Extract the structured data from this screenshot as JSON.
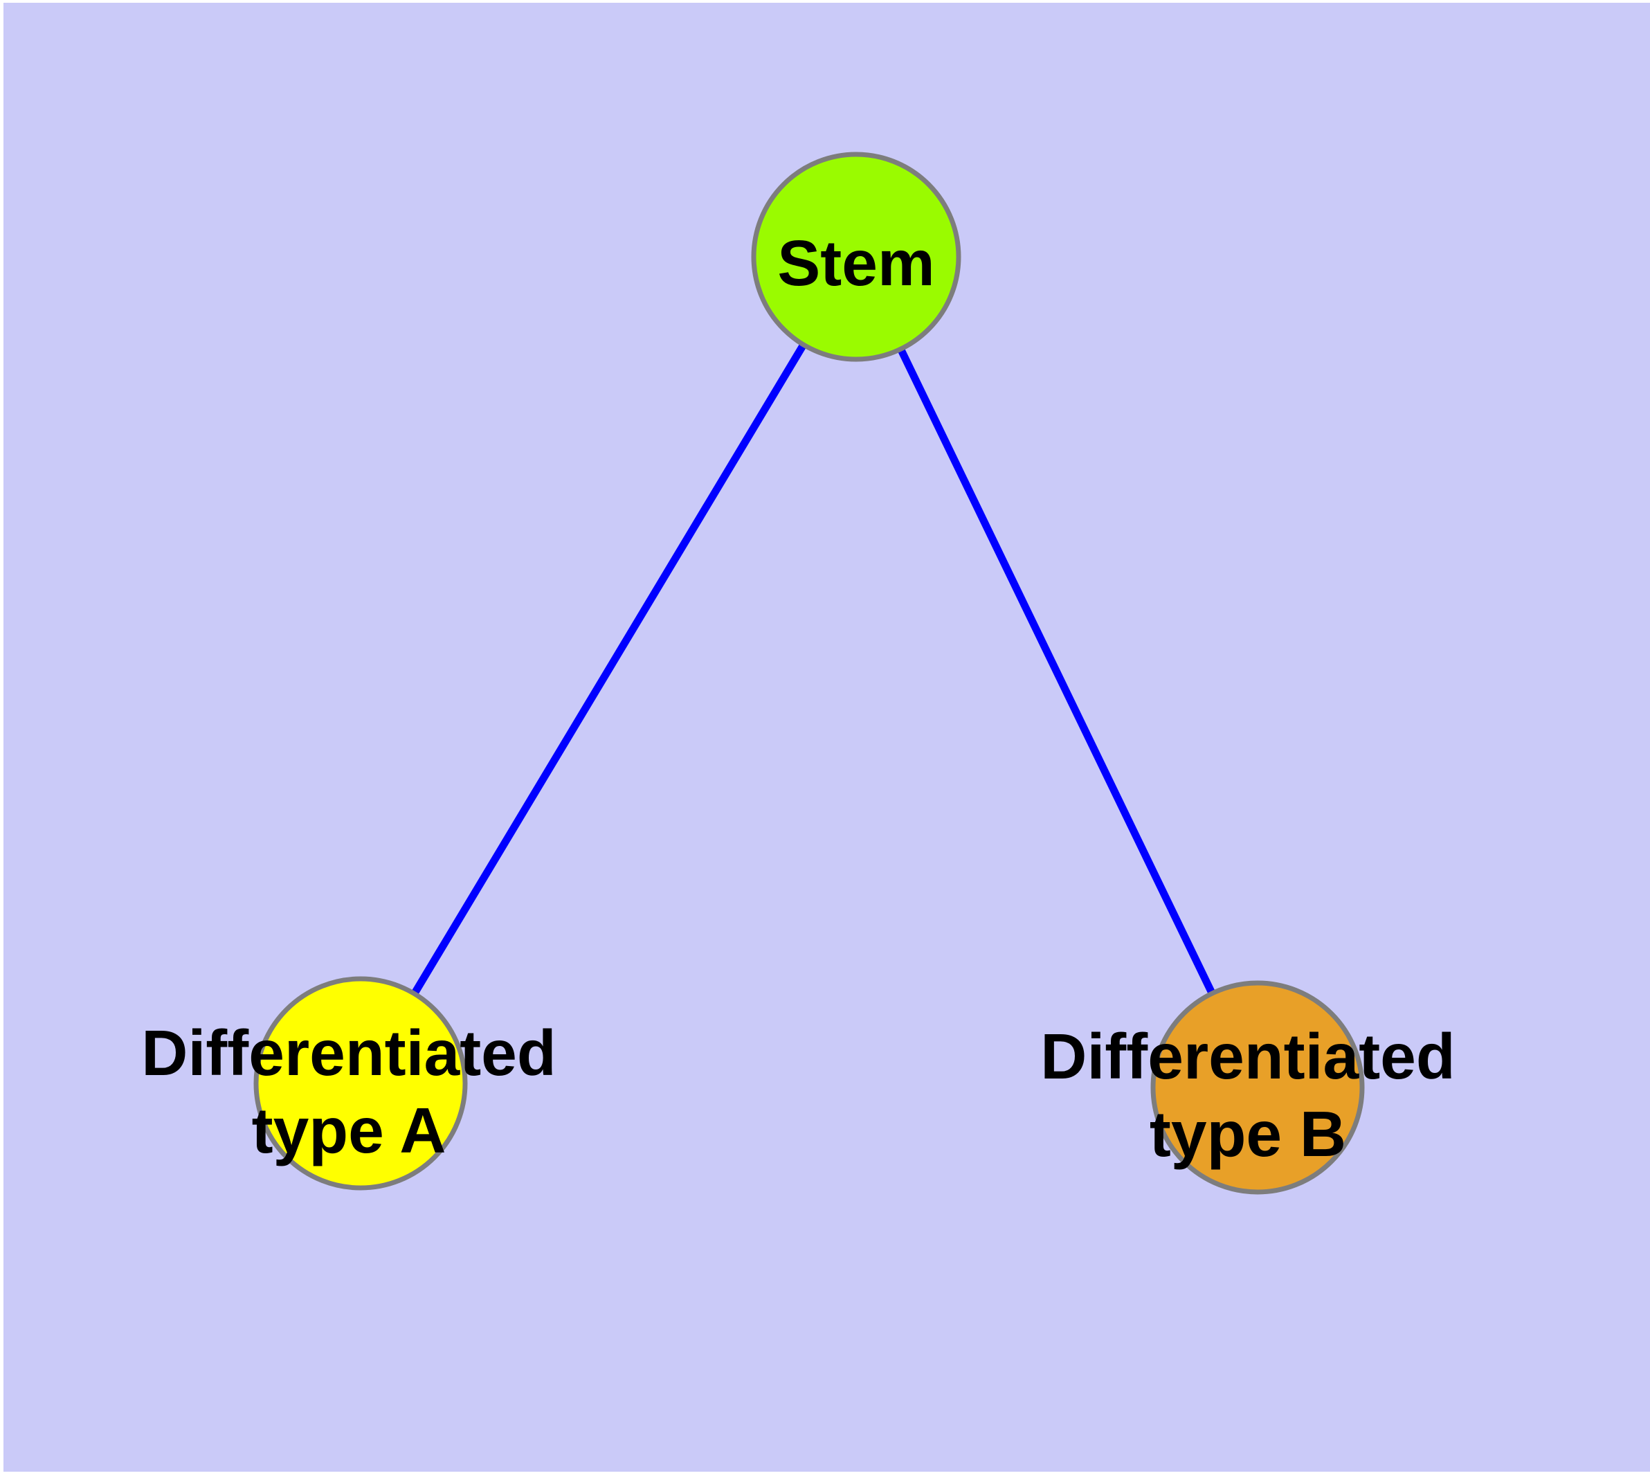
{
  "canvas": {
    "background": "#CACAF8",
    "frame": "#FFFFFF"
  },
  "styles": {
    "node_border": "#7D7D7D",
    "edge_color": "#0000FF",
    "label_color": "#000000"
  },
  "graph": {
    "nodes": [
      {
        "id": "stem",
        "label": "Stem",
        "fill": "#9AFB00"
      },
      {
        "id": "differentiated-type-a",
        "label_lines": [
          "Differentiated",
          "type A"
        ],
        "fill": "#FFFF00"
      },
      {
        "id": "differentiated-type-b",
        "label_lines": [
          "Differentiated",
          "type B"
        ],
        "fill": "#E8A028"
      }
    ],
    "edges": [
      {
        "from": "Stem",
        "to": "Differentiated type A"
      },
      {
        "from": "Stem",
        "to": "Differentiated type B"
      }
    ]
  }
}
